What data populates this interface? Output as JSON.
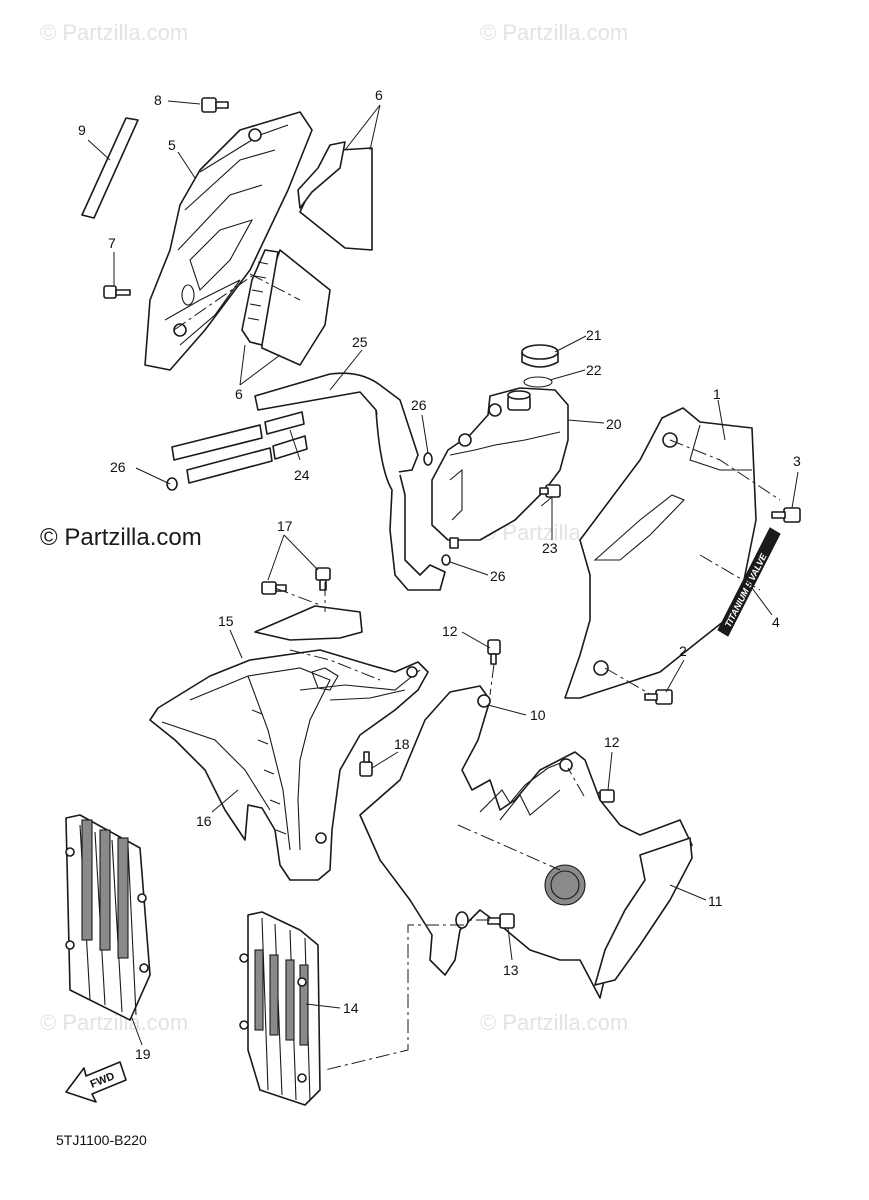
{
  "watermark": "© Partzilla.com",
  "diagram_code": "5TJ1100-B220",
  "fwd_label": "FWD",
  "decal_text": "TITANIUM 5 VALVE",
  "callouts": [
    "1",
    "2",
    "3",
    "4",
    "5",
    "6",
    "6",
    "7",
    "8",
    "9",
    "10",
    "11",
    "12",
    "12",
    "13",
    "14",
    "15",
    "16",
    "17",
    "18",
    "19",
    "20",
    "21",
    "22",
    "23",
    "24",
    "25",
    "26",
    "26",
    "26"
  ]
}
